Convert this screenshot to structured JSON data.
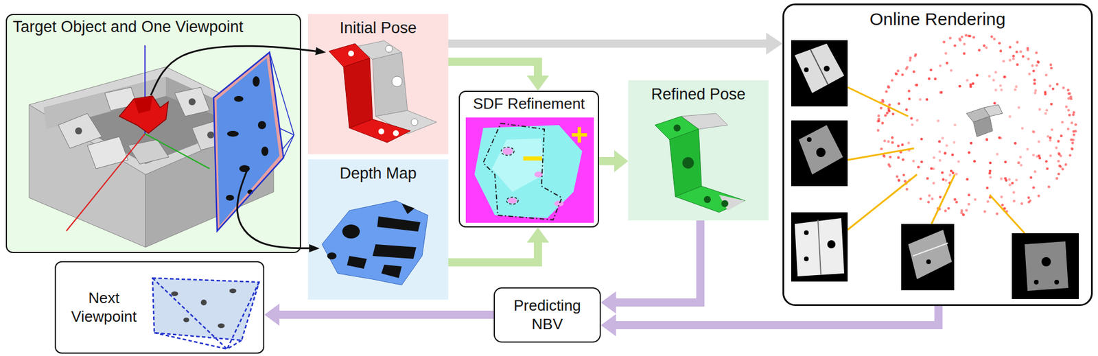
{
  "diagram": {
    "nodes": [
      {
        "text": [
          "Target Object and One Viewpoint"
        ]
      },
      {
        "text": [
          "Initial Pose"
        ]
      },
      {
        "text": [
          "Depth Map"
        ]
      },
      {
        "text": [
          "SDF Refinement"
        ]
      },
      {
        "text": [
          "Refined Pose"
        ]
      },
      {
        "text": [
          "Online Rendering"
        ]
      },
      {
        "text": [
          "Predicting NBV"
        ]
      },
      {
        "text": [
          "Next Viewpoint"
        ]
      }
    ],
    "edges": [
      {
        "from": 0,
        "to": 1,
        "arrow": "to"
      },
      {
        "from": 0,
        "to": 2,
        "arrow": "to"
      },
      {
        "from": 1,
        "to": 5,
        "arrow": "to"
      },
      {
        "from": 1,
        "to": 3,
        "arrow": "to"
      },
      {
        "from": 2,
        "to": 3,
        "arrow": "to"
      },
      {
        "from": 3,
        "to": 4,
        "arrow": "to"
      },
      {
        "from": 4,
        "to": 6,
        "arrow": "to"
      },
      {
        "from": 5,
        "to": 6,
        "arrow": "to"
      },
      {
        "from": 6,
        "to": 7,
        "arrow": "to"
      }
    ],
    "labels": [
      "+",
      "−"
    ]
  }
}
